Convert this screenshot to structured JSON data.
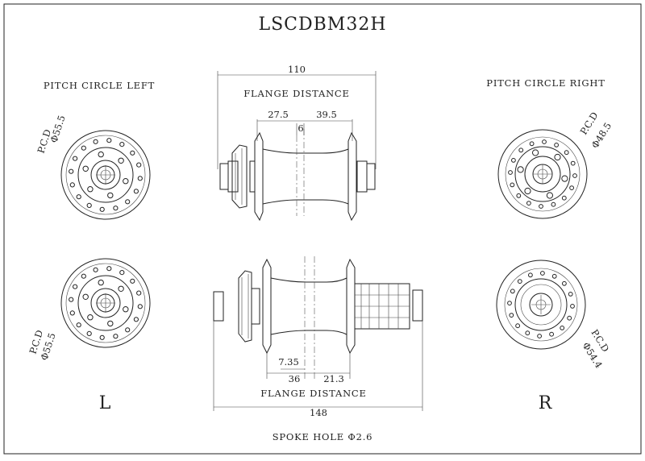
{
  "title": "LSCDBM32H",
  "labels": {
    "pitch_left": "PITCH CIRCLE LEFT",
    "pitch_right": "PITCH CIRCLE RIGHT",
    "flange_distance_top": "FLANGE DISTANCE",
    "flange_distance_bottom": "FLANGE DISTANCE",
    "spoke_hole": "SPOKE HOLE Φ2.6",
    "left_side": "L",
    "right_side": "R"
  },
  "pcd": {
    "front_left": {
      "label": "P.C.D",
      "value": "Φ55.5"
    },
    "front_right": {
      "label": "P.C.D",
      "value": "Φ48.5"
    },
    "rear_left": {
      "label": "P.C.D",
      "value": "Φ55.5"
    },
    "rear_right": {
      "label": "P.C.D",
      "value": "Φ54.4"
    }
  },
  "dimensions": {
    "front_width": "110",
    "front_flange_left": "27.5",
    "front_flange_right": "39.5",
    "front_offset": "6",
    "rear_width": "148",
    "rear_offset": "7.35",
    "rear_flange_left": "36",
    "rear_flange_right": "21.3"
  }
}
